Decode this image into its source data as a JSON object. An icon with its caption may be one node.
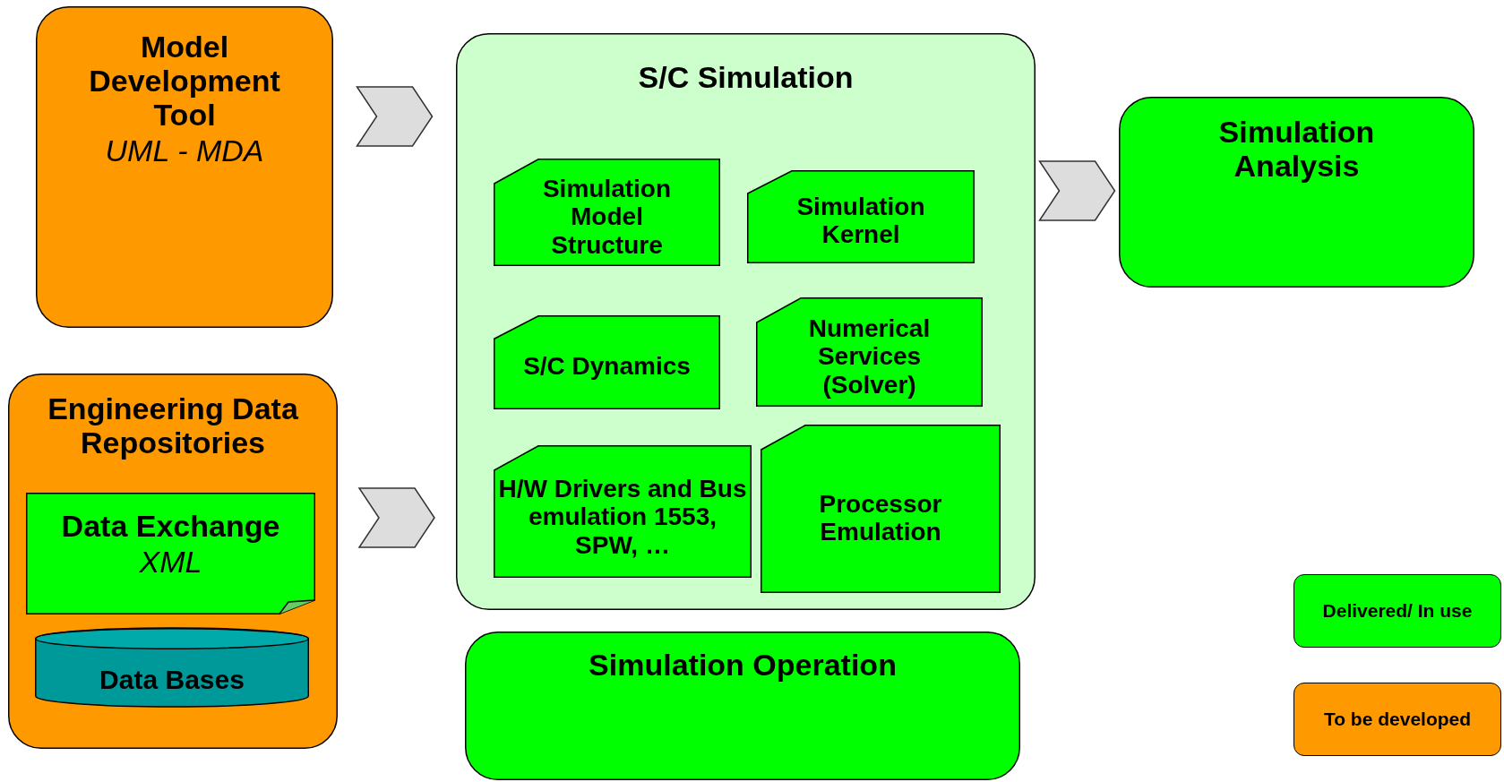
{
  "diagram": {
    "nodes": [
      {
        "text": [
          "Model Development Tool",
          "UML - MDA"
        ]
      },
      {
        "text": [
          "Engineering Data Repositories"
        ]
      },
      {
        "text": [
          "Data Exchange",
          "XML"
        ],
        "in": 1
      },
      {
        "text": [
          "Data Bases"
        ],
        "in": 1
      },
      {
        "text": [
          "S/C Simulation"
        ]
      },
      {
        "text": [
          "Simulation Model Structure"
        ],
        "in": 4
      },
      {
        "text": [
          "Simulation Kernel"
        ],
        "in": 4
      },
      {
        "text": [
          "S/C Dynamics"
        ],
        "in": 4
      },
      {
        "text": [
          "Numerical Services (Solver)"
        ],
        "in": 4
      },
      {
        "text": [
          "H/W Drivers and Bus emulation 1553, SPW, …"
        ],
        "in": 4
      },
      {
        "text": [
          "Processor Emulation"
        ],
        "in": 4
      },
      {
        "text": [
          "Simulation Operation"
        ]
      },
      {
        "text": [
          "Simulation Analysis"
        ]
      }
    ],
    "edges": [
      {
        "from": 0,
        "to": 4,
        "arrow": "to"
      },
      {
        "from": 1,
        "to": 4,
        "arrow": "to"
      },
      {
        "from": 4,
        "to": 12,
        "arrow": "to"
      }
    ],
    "legend": [
      {
        "text": "Delivered/ In use",
        "color": "#00ff00"
      },
      {
        "text": "To be developed",
        "color": "#ff9900"
      }
    ]
  }
}
